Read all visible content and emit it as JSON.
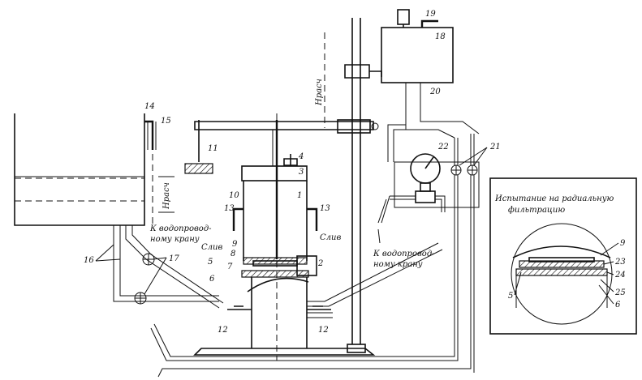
{
  "labels": {
    "to_tap_left": "К водопровод-",
    "to_tap_left_2": "ному крану",
    "to_tap_mid": "К водопровод-",
    "to_tap_mid_2": "ному крану",
    "drain_right": "Слив",
    "drain_left": "Слив",
    "h_calc_tank": "Hрасч",
    "h_calc_stand": "Hрасч",
    "inset_title_1": "Испытание на радиальную",
    "inset_title_2": "фильтрацию"
  },
  "parts": {
    "p14": "14",
    "p15": "15",
    "p11": "11",
    "p4": "4",
    "p3": "3",
    "p1": "1",
    "p10": "10",
    "p13a": "13",
    "p13b": "13",
    "p9": "9",
    "p8": "8",
    "p5": "5",
    "p7": "7",
    "p6": "6",
    "p2": "2",
    "p16": "16",
    "p17": "17",
    "p12a": "12",
    "p12b": "12",
    "p19": "19",
    "p18": "18",
    "p20": "20",
    "p22": "22",
    "p21": "21",
    "inset_9": "9",
    "inset_23": "23",
    "inset_24": "24",
    "inset_25": "25",
    "inset_5": "5",
    "inset_6": "6"
  }
}
